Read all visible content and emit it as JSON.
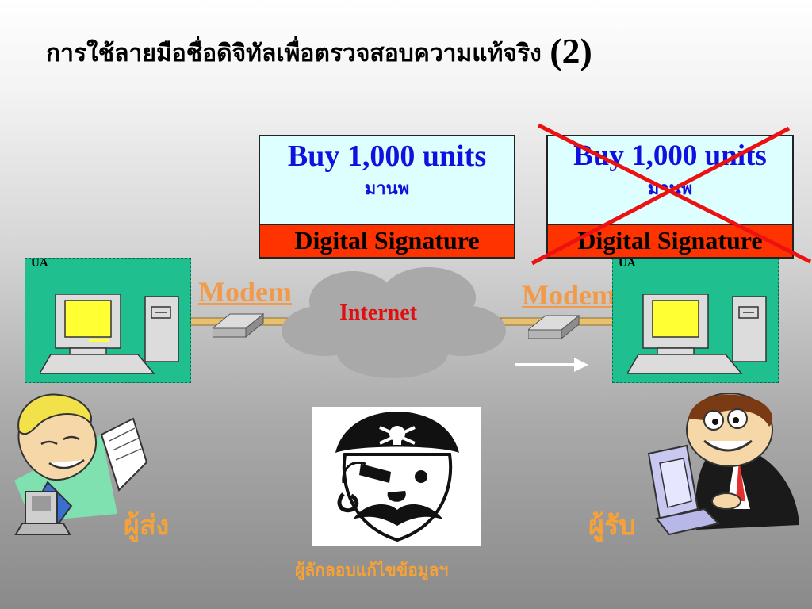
{
  "title": {
    "thai": "การใช้ลายมือชื่อดิจิทัลเพื่อตรวจสอบความแท้จริง",
    "number": "(2)"
  },
  "messages": [
    {
      "buy": "Buy 1,000 units",
      "signer": "มานพ",
      "signature": "Digital Signature"
    },
    {
      "buy": "Buy 1,000 units",
      "signer": "มานพ",
      "signature": "Digital Signature",
      "crossed_out": true
    }
  ],
  "computers": [
    {
      "label": "UA"
    },
    {
      "label": "UA"
    }
  ],
  "modems": [
    {
      "label": "Modem"
    },
    {
      "label": "Modem"
    }
  ],
  "network": {
    "label": "Internet"
  },
  "people": {
    "sender": "ผู้ส่ง",
    "receiver": "ผู้รับ",
    "attacker": "ผู้ลักลอบแก้ไขข้อมูลฯ"
  },
  "colors": {
    "message_text": "#1010e0",
    "message_bg": "#ddffff",
    "signature_bg": "#ff3300",
    "panel": "#1fbf8f",
    "label_orange": "#f7a236",
    "modem_label": "#f29a4a",
    "internet_text": "#e01010",
    "cross": "#ee1111"
  },
  "icons": [
    "computer-icon",
    "modem-icon",
    "cloud-icon",
    "arrow-right-icon",
    "pirate-icon",
    "cross-icon"
  ]
}
